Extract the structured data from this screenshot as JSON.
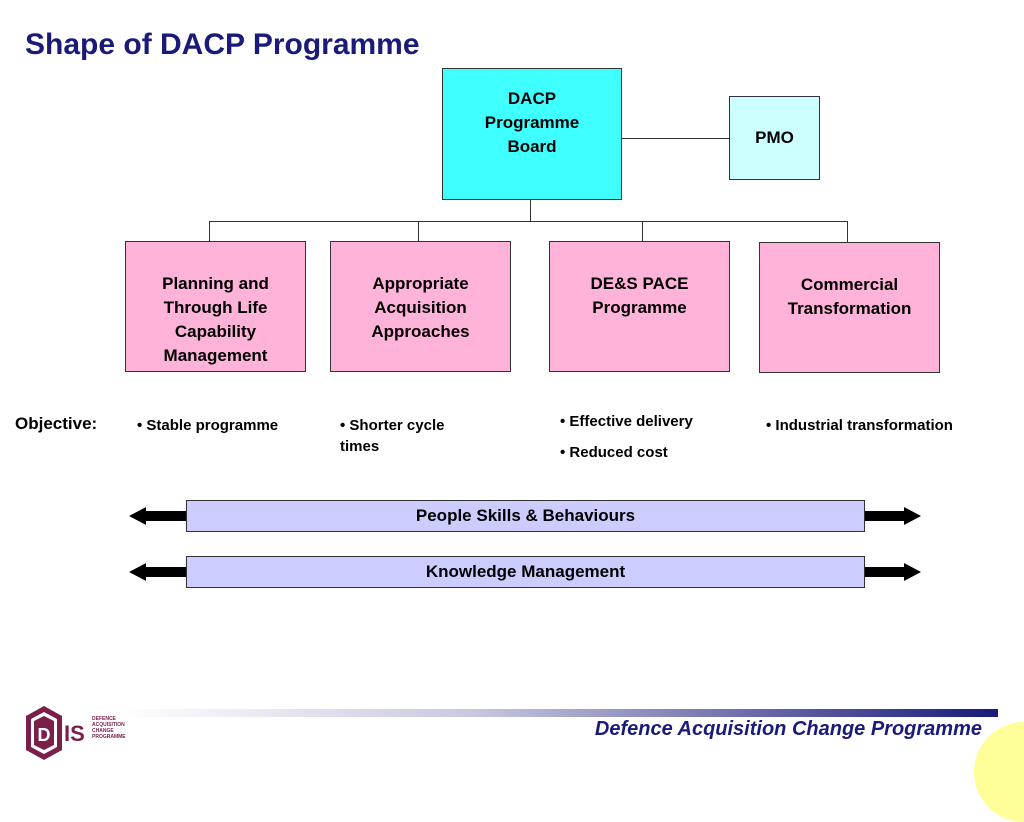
{
  "title": "Shape of DACP Programme",
  "board": {
    "label": "DACP Programme Board"
  },
  "pmo": {
    "label": "PMO"
  },
  "workstreams": [
    {
      "label": "Planning and Through Life Capability Management"
    },
    {
      "label": "Appropriate Acquisition Approaches"
    },
    {
      "label": "DE&S PACE Programme"
    },
    {
      "label": "Commercial Transformation"
    }
  ],
  "objective_label": "Objective:",
  "objectives": [
    [
      "• Stable programme"
    ],
    [
      "• Shorter cycle times"
    ],
    [
      "•  Effective delivery",
      "•  Reduced cost"
    ],
    [
      "•  Industrial transformation"
    ]
  ],
  "bands": [
    {
      "label": "People Skills & Behaviours"
    },
    {
      "label": "Knowledge Management"
    }
  ],
  "footer": {
    "title": "Defence Acquisition Change Programme",
    "logo_text": "DIS",
    "logo_subtext": "Defence Acquisition Change Programme"
  },
  "colors": {
    "title": "#1a1a7a",
    "board_fill": "#40ffff",
    "pmo_fill": "#ccffff",
    "workstream_fill": "#ffb3d9",
    "band_fill": "#ccccff",
    "logo": "#7a1f4a"
  }
}
